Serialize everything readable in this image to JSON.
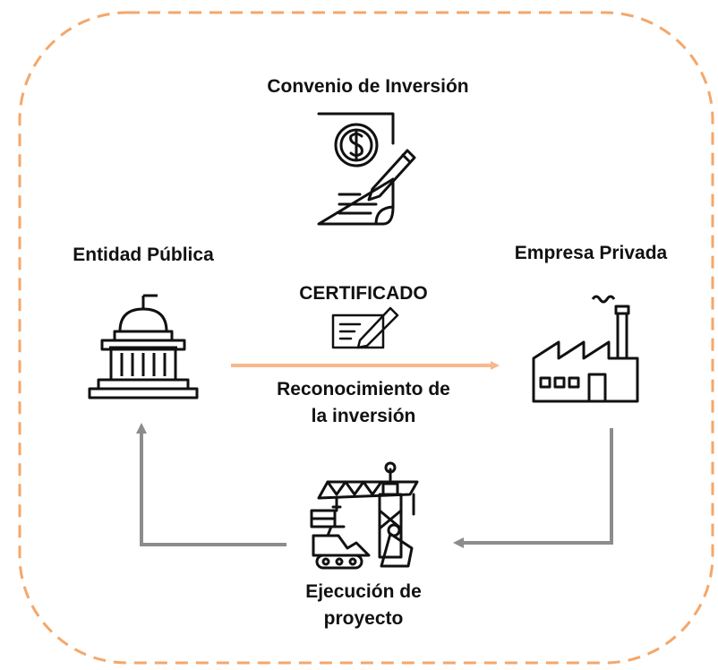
{
  "colors": {
    "border": "#f4a76a",
    "arrow_orange": "#f7b98c",
    "arrow_gray": "#8c8c8c",
    "icon": "#111111"
  },
  "labels": {
    "convenio": "Convenio de Inversión",
    "entidad": "Entidad Pública",
    "empresa": "Empresa Privada",
    "certificado": "CERTIFICADO",
    "reconocimiento_line1": "Reconocimiento de",
    "reconocimiento_line2": "la inversión",
    "ejecucion_line1": "Ejecución de",
    "ejecucion_line2": "proyecto"
  },
  "icons": {
    "contract": "contract-dollar-pen-icon",
    "government": "government-building-icon",
    "factory": "factory-icon",
    "certificate": "certificate-signature-icon",
    "construction": "construction-crane-excavator-icon"
  }
}
